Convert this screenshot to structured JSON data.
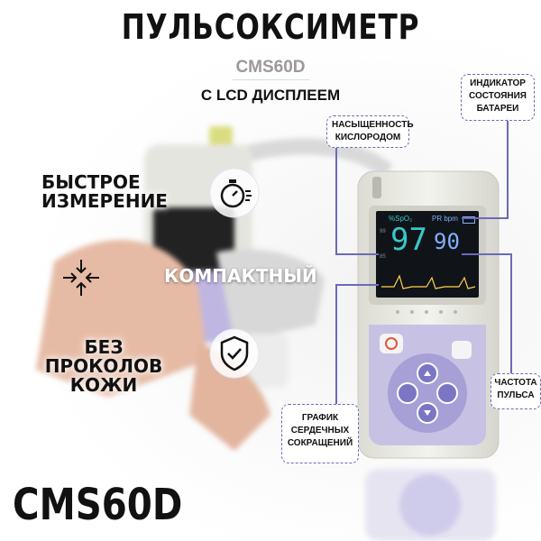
{
  "header": {
    "title": "ПУЛЬСОКСИМЕТР",
    "model": "CMS60D",
    "subtitle": "С LCD ДИСПЛЕЕМ"
  },
  "callouts": {
    "battery": "ИНДИКАТОР СОСТОЯНИЯ БАТАРЕИ",
    "saturation": "НАСЫЩЕННОСТЬ КИСЛОРОДОМ",
    "pulse": "ЧАСТОТА ПУЛЬСА",
    "heart_graph": "ГРАФИК СЕРДЕЧНЫХ СОКРАЩЕНИЙ"
  },
  "features": {
    "fast": "БЫСТРОЕ ИЗМЕРЕНИЕ",
    "compact": "КОМПАКТНЫЙ",
    "no_puncture": "БЕЗ ПРОКОЛОВ КОЖИ"
  },
  "display": {
    "spo2_label": "%SpO₂",
    "pr_label": "PR bpm",
    "spo2_value": "97",
    "pr_value": "90",
    "scale_top": "99",
    "scale_bottom": "85"
  },
  "footer_model": "CMS60D",
  "colors": {
    "accent": "#6b6ab8",
    "device_body": "#ebebe4",
    "keypad": "#c7c2e4",
    "screen_bg": "#101418",
    "spo2_color": "#39c7c9",
    "pr_color": "#7fb0ff"
  },
  "icons": {
    "fast": "stopwatch-icon",
    "compact": "compress-arrows-icon",
    "no_puncture": "shield-check-icon"
  }
}
